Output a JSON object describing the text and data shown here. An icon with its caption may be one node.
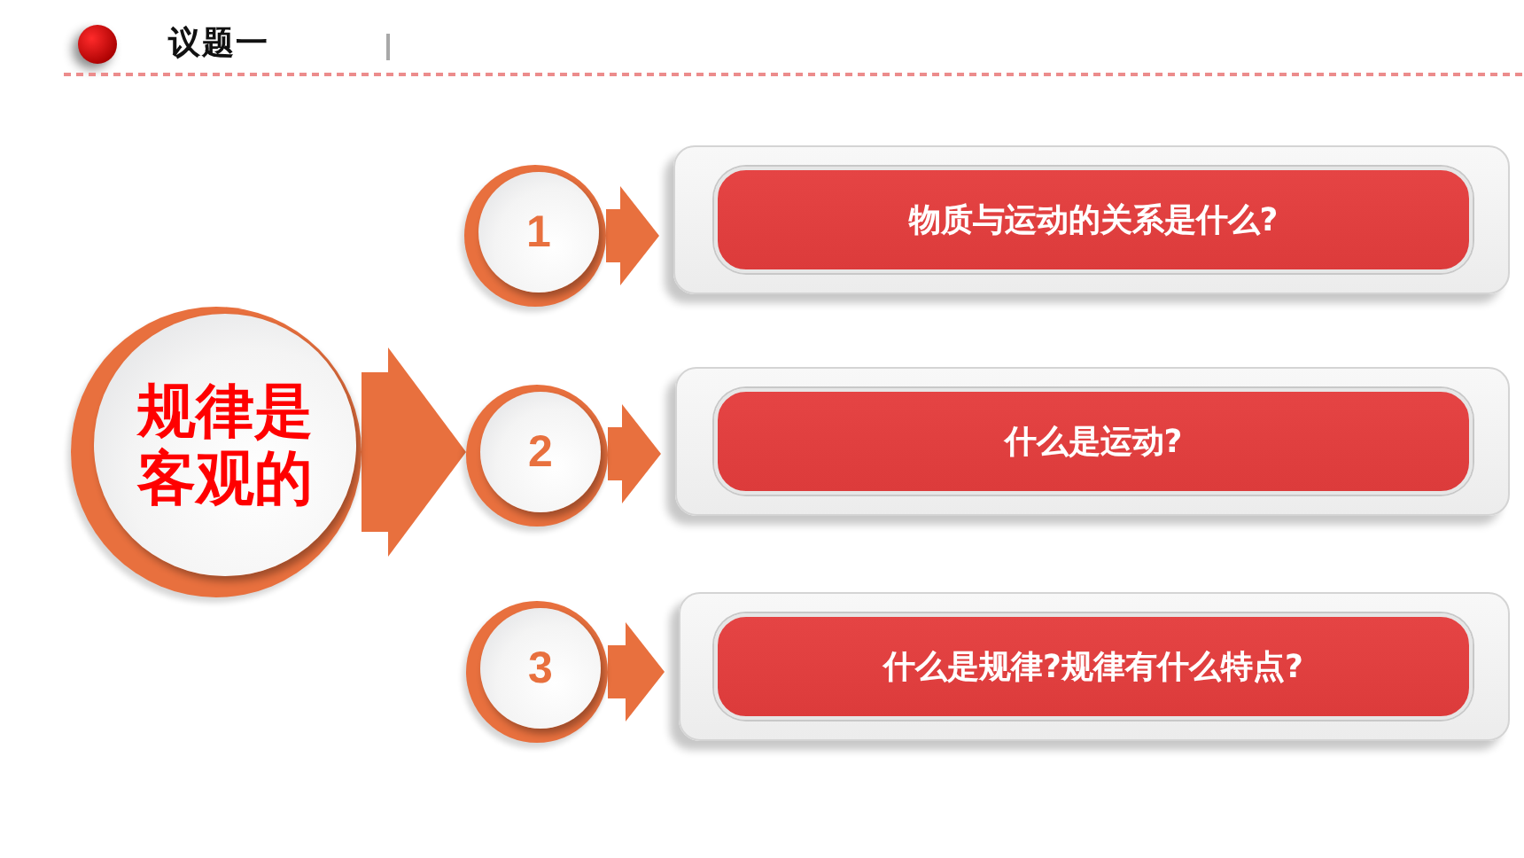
{
  "diagram": {
    "title": "议题一",
    "nodes": [
      {
        "text": [
          "规律是客观的"
        ]
      },
      {
        "text": [
          "1"
        ]
      },
      {
        "text": [],
        "shape": "box"
      },
      {
        "text": [
          "物质与运动的关系是什么?"
        ],
        "in": 2
      },
      {
        "text": [
          "2"
        ]
      },
      {
        "text": [],
        "shape": "box"
      },
      {
        "text": [
          "什么是运动?"
        ],
        "in": 5
      },
      {
        "text": [
          "3"
        ]
      },
      {
        "text": [],
        "shape": "box"
      },
      {
        "text": [
          "什么是规律?规律有什么特点?"
        ],
        "in": 8
      }
    ],
    "edges": [
      {
        "from": 0,
        "to": 4,
        "arrow": "to",
        "style": "thick"
      },
      {
        "from": 1,
        "to": 2,
        "arrow": "to"
      },
      {
        "from": 4,
        "to": 5,
        "arrow": "to"
      },
      {
        "from": 7,
        "to": 8,
        "arrow": "to"
      }
    ]
  }
}
